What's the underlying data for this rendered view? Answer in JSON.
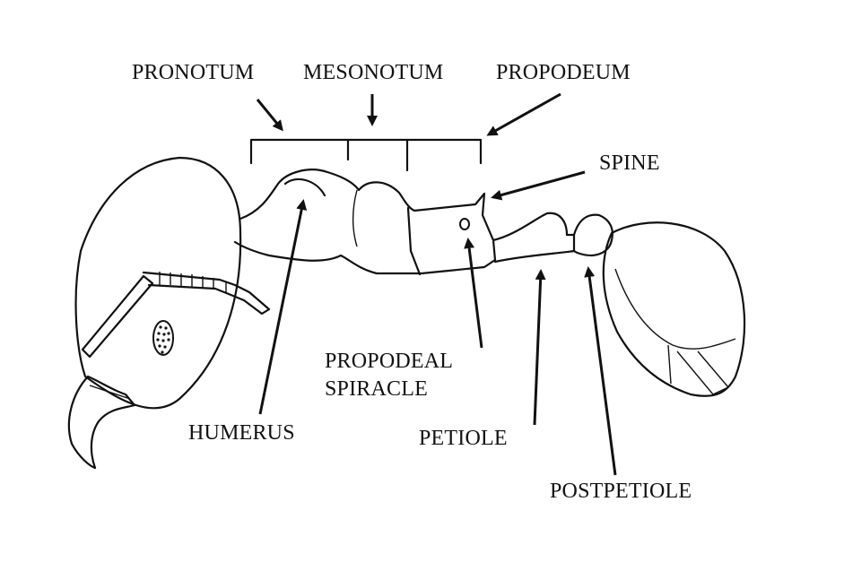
{
  "labels": {
    "pronotum": "PRONOTUM",
    "mesonotum": "MESONOTUM",
    "propodeum": "PROPODEUM",
    "spine": "SPINE",
    "propodeal_1": "PROPODEAL",
    "propodeal_2": "SPIRACLE",
    "humerus": "HUMERUS",
    "petiole": "PETIOLE",
    "postpetiole": "POSTPETIOLE"
  },
  "colors": {
    "ink": "#111111",
    "background": "#ffffff"
  }
}
